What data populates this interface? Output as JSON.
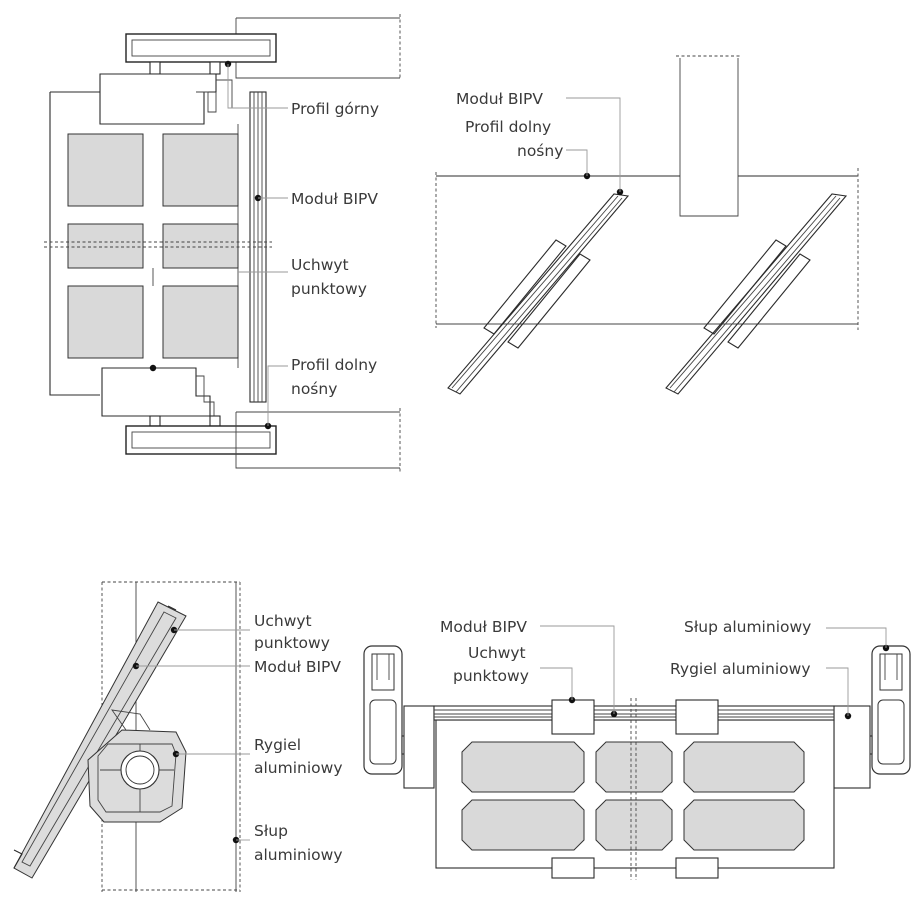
{
  "labels": {
    "p1_profil_gorny": "Profil górny",
    "p1_modul_bipv": "Moduł BIPV",
    "p1_uchwyt_1": "Uchwyt",
    "p1_uchwyt_2": "punktowy",
    "p1_profil_dolny_1": "Profil dolny",
    "p1_profil_dolny_2": "nośny",
    "p2_modul_bipv": "Moduł BIPV",
    "p2_profil_dolny_1": "Profil dolny",
    "p2_profil_dolny_2": "nośny",
    "p3_uchwyt_1": "Uchwyt",
    "p3_uchwyt_2": "punktowy",
    "p3_modul_bipv": "Moduł BIPV",
    "p3_rygiel_1": "Rygiel",
    "p3_rygiel_2": "aluminiowy",
    "p3_slup_1": "Słup",
    "p3_slup_2": "aluminiowy",
    "p4_modul_bipv": "Moduł BIPV",
    "p4_uchwyt_1": "Uchwyt",
    "p4_uchwyt_2": "punktowy",
    "p4_slup": "Słup aluminiowy",
    "p4_rygiel": "Rygiel aluminiowy"
  }
}
